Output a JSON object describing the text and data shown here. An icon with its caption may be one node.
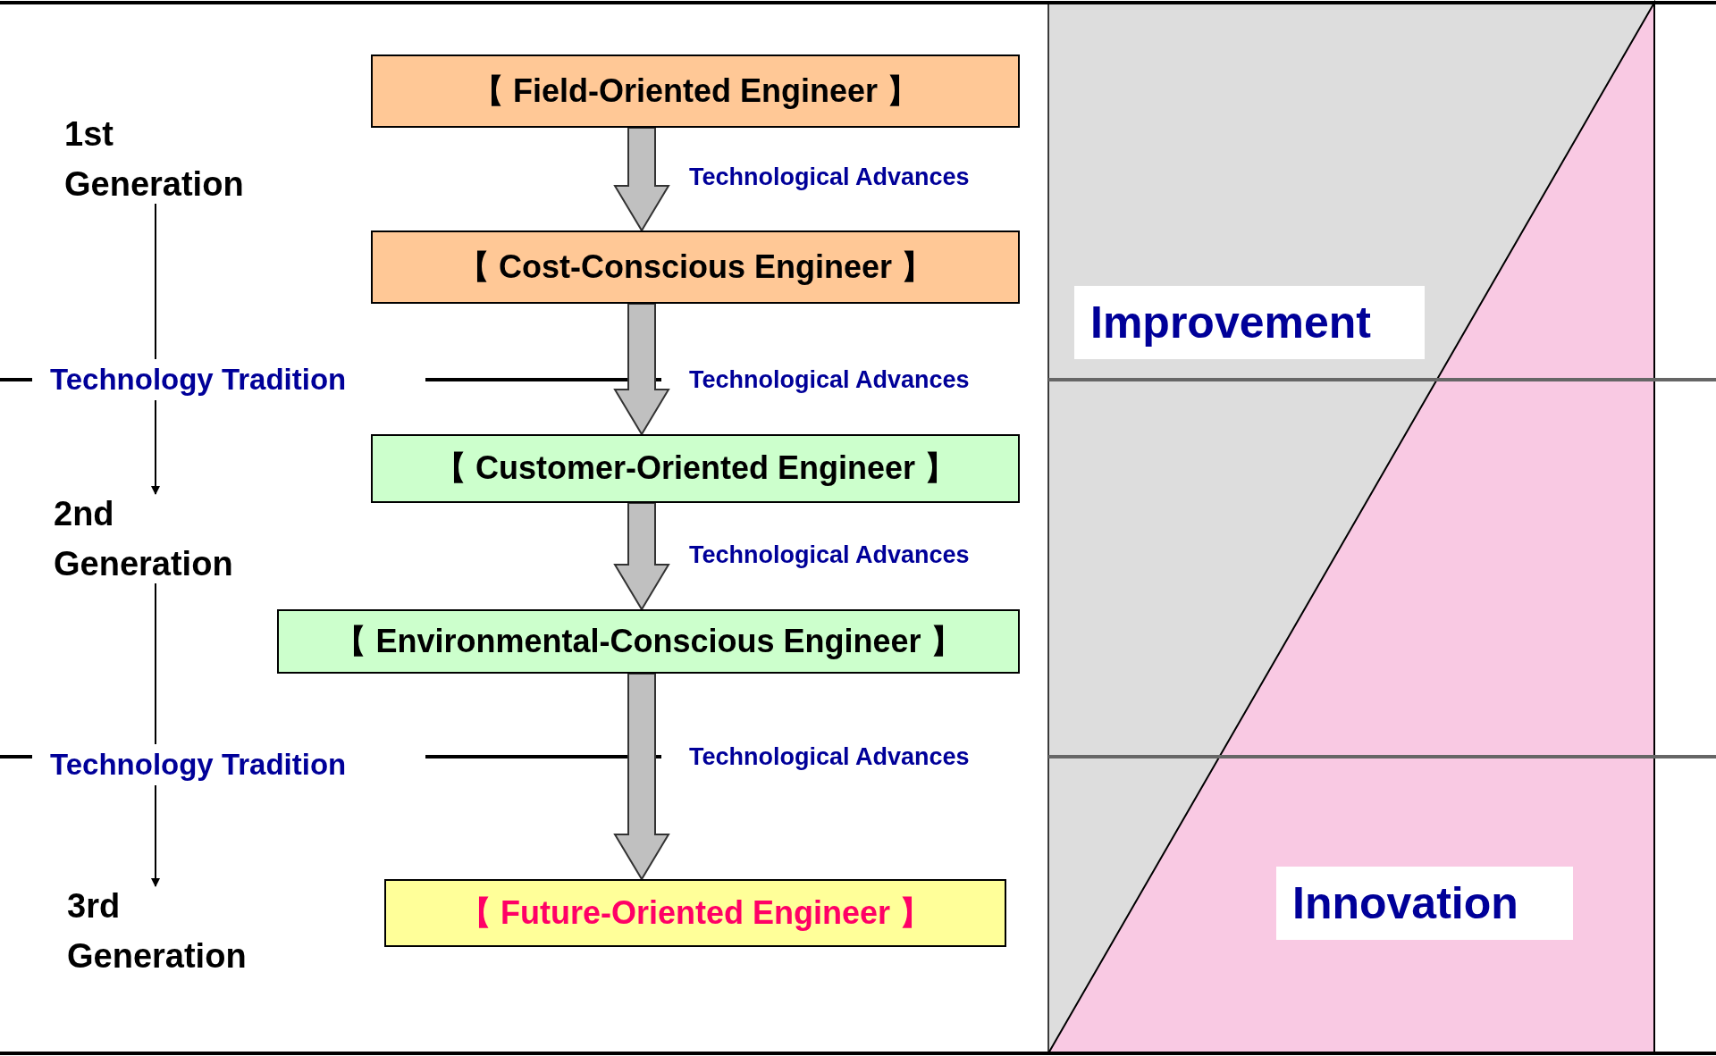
{
  "diagram": {
    "nodes": [
      {
        "text": [
          "1st Generation"
        ]
      },
      {
        "text": [
          "【 Field-Oriented Engineer 】"
        ]
      },
      {
        "text": [
          "【 Cost-Conscious Engineer 】"
        ]
      },
      {
        "text": [
          "Technology Tradition"
        ]
      },
      {
        "text": [
          "2nd Generation"
        ]
      },
      {
        "text": [
          "【 Customer-Oriented Engineer 】"
        ]
      },
      {
        "text": [
          "【 Environmental-Conscious Engineer 】"
        ]
      },
      {
        "text": [
          "Technology Tradition"
        ]
      },
      {
        "text": [
          "3rd Generation"
        ]
      },
      {
        "text": [
          "【 Future-Oriented Engineer 】"
        ]
      },
      {
        "text": [
          "Improvement"
        ]
      },
      {
        "text": [
          "Innovation"
        ]
      }
    ],
    "edges": [
      {
        "from": 1,
        "to": 2,
        "arrow": "to",
        "style": "thick",
        "label": "Technological Advances"
      },
      {
        "from": 2,
        "to": 5,
        "arrow": "to",
        "style": "thick",
        "label": "Technological Advances"
      },
      {
        "from": 5,
        "to": 6,
        "arrow": "to",
        "style": "thick",
        "label": "Technological Advances"
      },
      {
        "from": 6,
        "to": 9,
        "arrow": "to",
        "style": "thick",
        "label": "Technological Advances"
      },
      {
        "from": 0,
        "to": 3,
        "arrow": "none"
      },
      {
        "from": 3,
        "to": 4,
        "arrow": "to"
      },
      {
        "from": 4,
        "to": 7,
        "arrow": "none"
      },
      {
        "from": 7,
        "to": 8,
        "arrow": "to"
      }
    ]
  }
}
